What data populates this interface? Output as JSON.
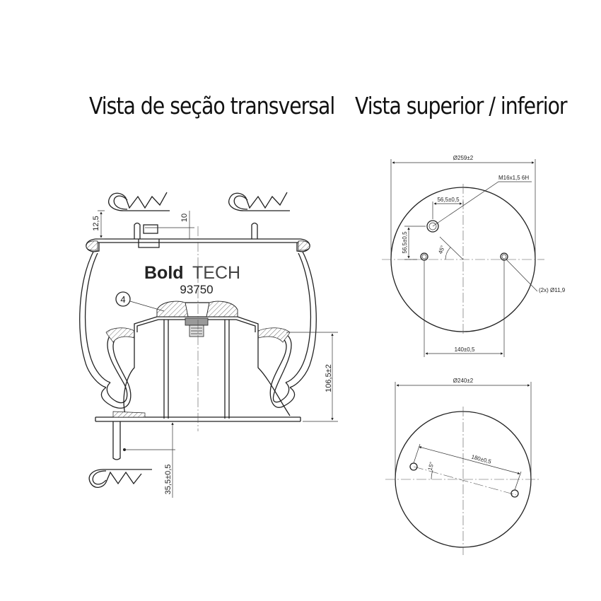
{
  "titles": {
    "section_view": "Vista de seção transversal",
    "top_bottom_view": "Vista superior / inferior"
  },
  "brand": {
    "bold_part": "Bold",
    "light_part": "TECH",
    "part_number": "93750",
    "callout_number": "4"
  },
  "section_dims": {
    "top_clip_height": "12,5",
    "top_plate_offset": "10",
    "bottom_height": "106,5±2",
    "bottom_stud": "35,5±0,5"
  },
  "top_view_dims": {
    "outer_diameter": "Ø259±2",
    "thread": "M16x1,5 6H",
    "horizontal_offset": "56,5±0,5",
    "vertical_offset": "56,5±0,5",
    "angle": "45°",
    "hole_spec": "(2x) Ø11,9",
    "stud_spacing": "140±0,5"
  },
  "bottom_view_dims": {
    "outer_diameter": "Ø240±2",
    "stud_spacing": "180±0,5",
    "angle": "15°"
  },
  "colors": {
    "line": "#222222",
    "hatch_fill": "#d9d9d9"
  }
}
